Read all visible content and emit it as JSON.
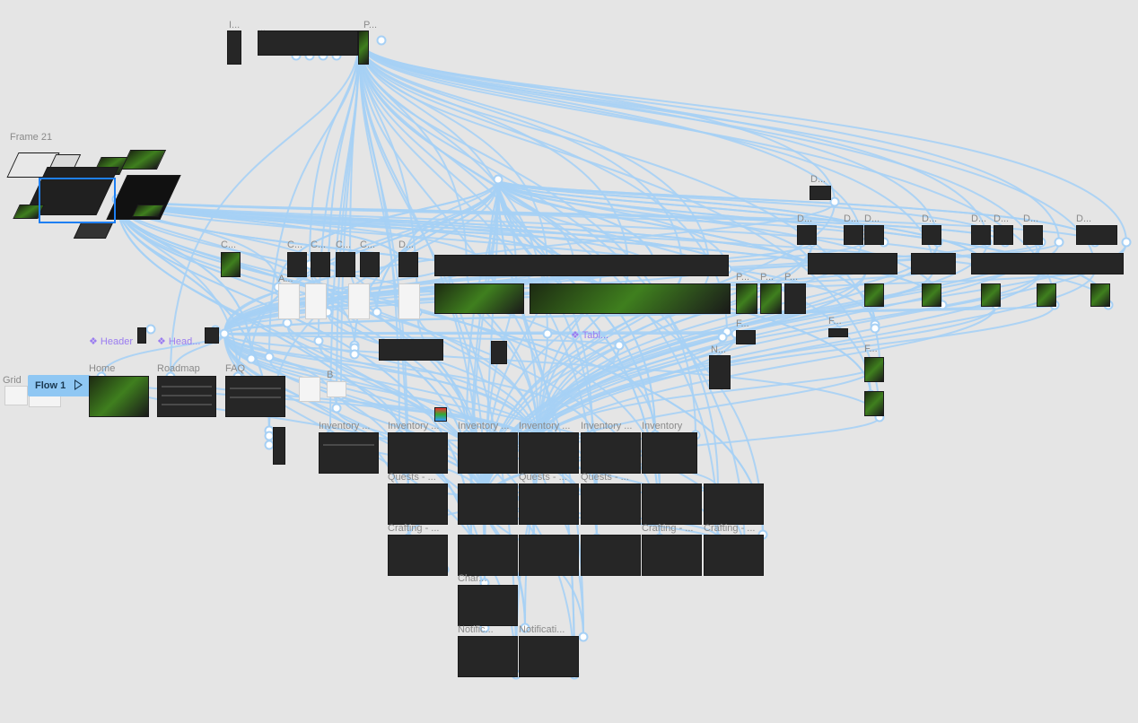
{
  "canvas": {
    "background": "#e5e5e5",
    "wire_color": "#a6d0f5",
    "selection_color": "#1e7ff2",
    "component_color": "#9a7cf0"
  },
  "flow": {
    "label": "Flow 1",
    "icon": "play-icon"
  },
  "labels": {
    "frame21": "Frame 21",
    "grid": "Grid",
    "home": "Home",
    "roadmap": "Roadmap",
    "faq": "FAQ",
    "b": "B",
    "inventory1": "Inventory ...",
    "inventory2": "Inventory ...",
    "inventory3": "Inventory ...",
    "inventory4": "Inventory ...",
    "inventory5": "Inventory ...",
    "inventory6": "Inventory",
    "quests1": "Quests - ...",
    "quests2": "Quests - ...",
    "quests3": "Quests - ...",
    "crafting1": "Crafting - ...",
    "crafting2": "Crafting - ...",
    "crafting3": "Crafting - ...",
    "char": "Char...",
    "notific1": "Notific...",
    "notific2": "Notificati...",
    "top_i": "I...",
    "top_p": "P...",
    "top_dots": "...",
    "c1": "C...",
    "c2": "C...",
    "c3": "C...",
    "c4": "C...",
    "c5": "C...",
    "d1": "D...",
    "d_top": "D...",
    "d2": "D...",
    "d3": "D...",
    "d4": "D...",
    "d5": "D...",
    "d6": "D...",
    "d7": "D...",
    "d8": "D...",
    "d9": "D...",
    "p1": "P...",
    "p2": "P...",
    "p3": "P...",
    "f1": "F...",
    "f2": "F...",
    "f3": "F...",
    "n1": "N...",
    "a1": "A..."
  },
  "components": {
    "header1": "❖ Header",
    "header2": "❖ Head...",
    "table": "❖ Tabl..."
  }
}
